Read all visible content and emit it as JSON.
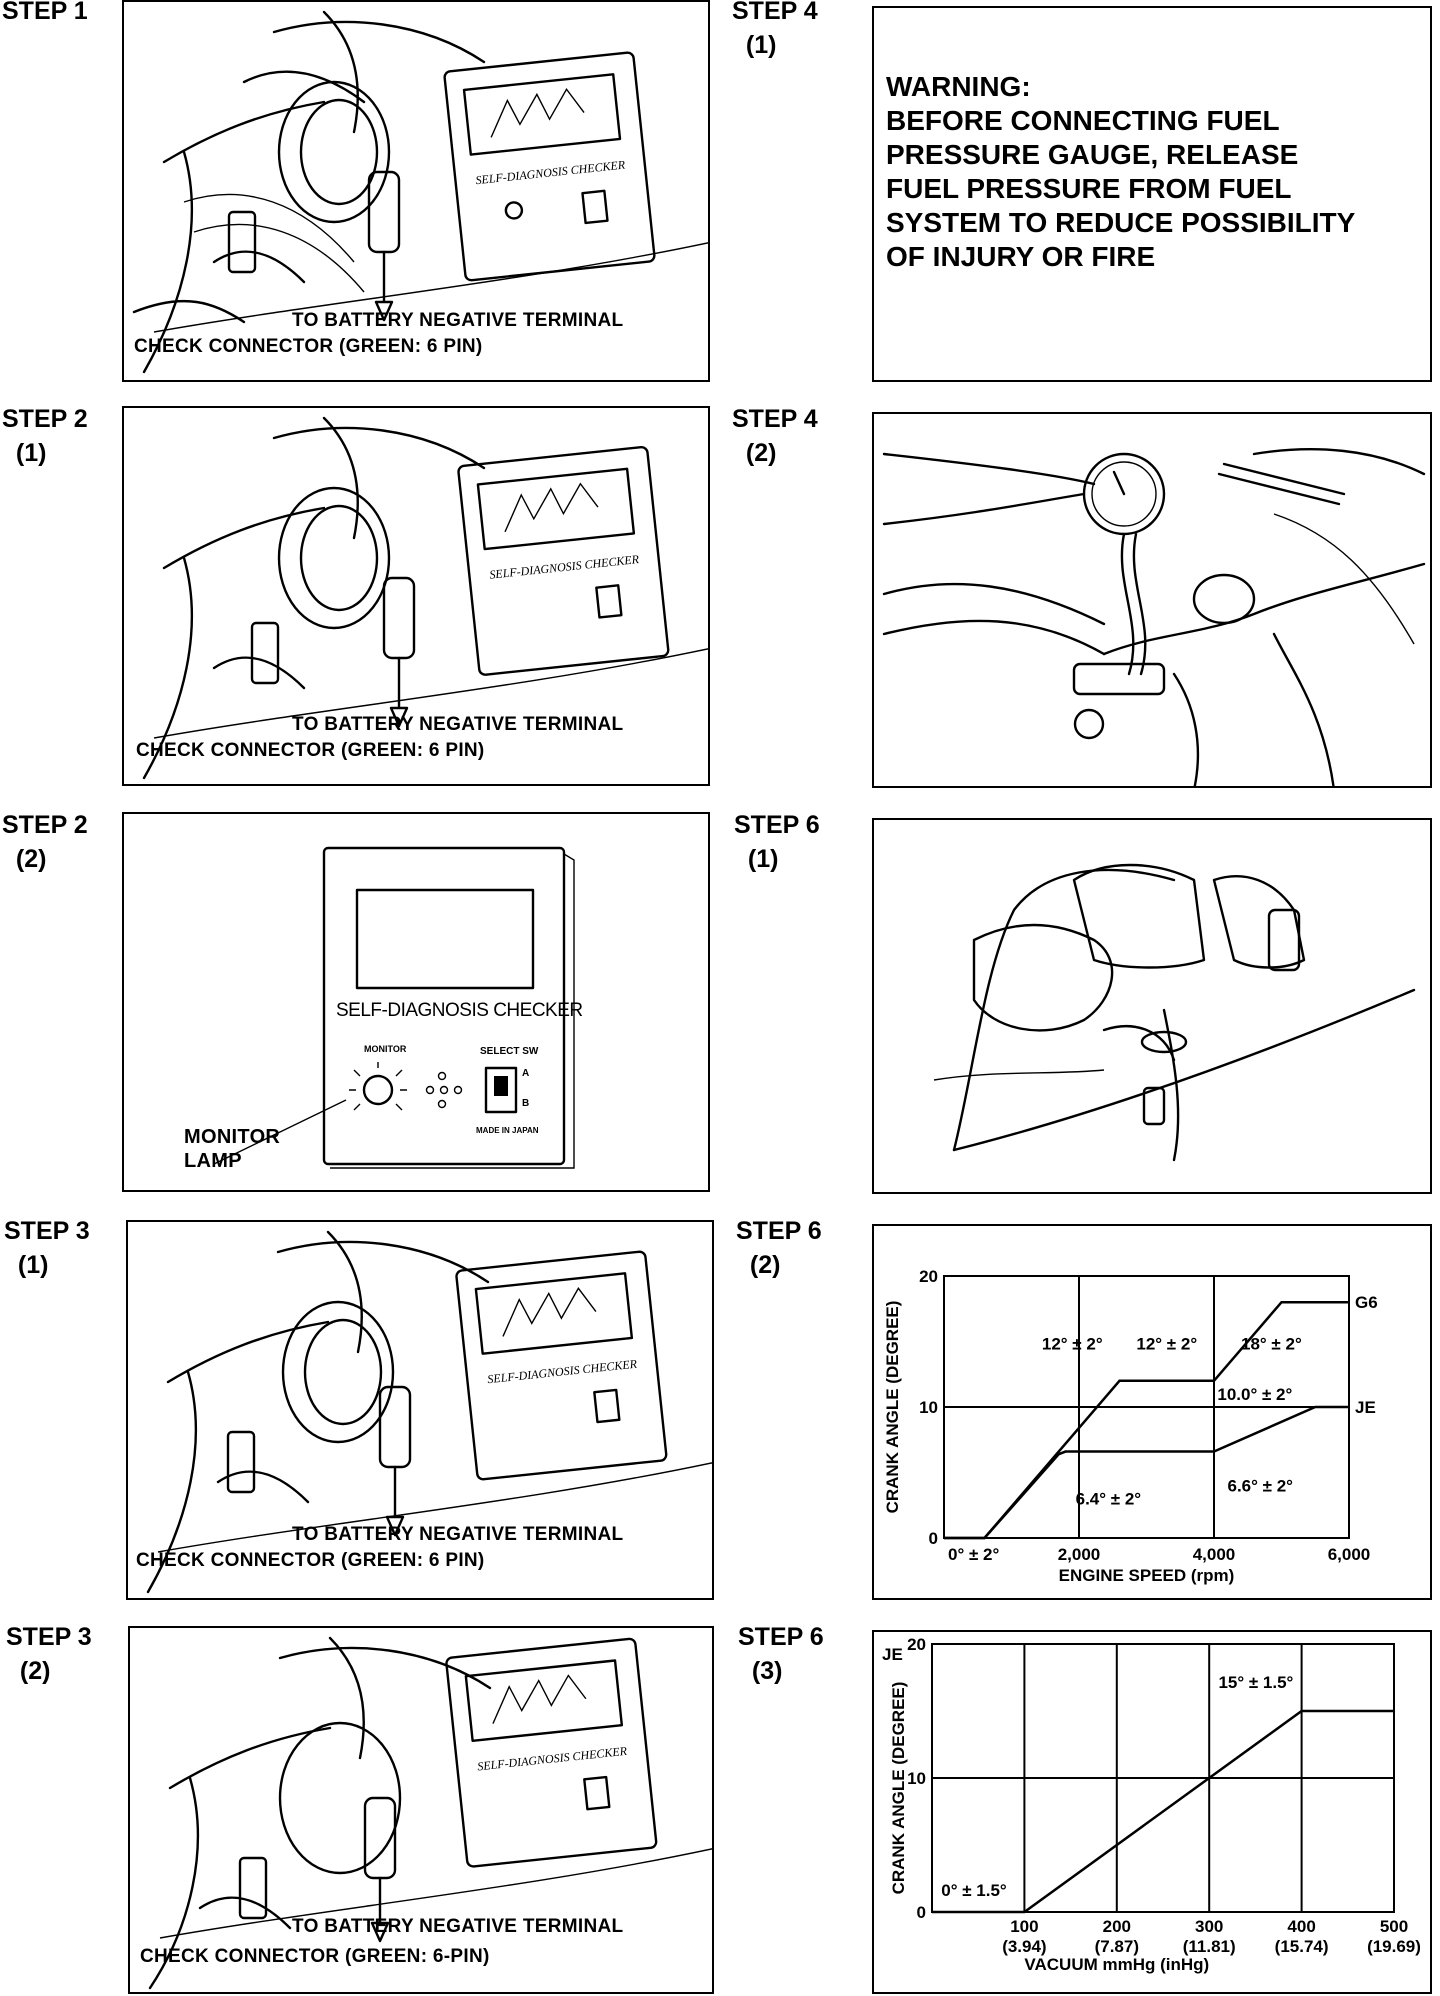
{
  "steps": {
    "s1": "STEP 1",
    "s2a": "STEP 2\n  (1)",
    "s2b": "STEP 2\n  (2)",
    "s3a": "STEP 3\n  (1)",
    "s3b": "STEP 3\n  (2)",
    "s4a": "STEP 4\n  (1)",
    "s4b": "STEP 4\n  (2)",
    "s6a": "STEP 6\n  (1)",
    "s6b": "STEP 6\n  (2)",
    "s6c": "STEP 6\n  (3)"
  },
  "captions": {
    "battery": "TO BATTERY NEGATIVE TERMINAL",
    "check_connector": "CHECK CONNECTOR (GREEN: 6 PIN)",
    "check_connector_alt": "CHECK CONNECTOR (GREEN: 6-PIN)",
    "monitor_lamp_1": "MONITOR",
    "monitor_lamp_2": "LAMP"
  },
  "checker": {
    "title": "SELF-DIAGNOSIS CHECKER",
    "monitor": "MONITOR",
    "select_sw": "SELECT SW",
    "a": "A",
    "b": "B",
    "made_in": "MADE IN JAPAN"
  },
  "warning": {
    "lines": [
      "WARNING:",
      "BEFORE CONNECTING FUEL",
      "PRESSURE GAUGE, RELEASE",
      "FUEL PRESSURE FROM FUEL",
      "SYSTEM TO REDUCE POSSIBILITY",
      "OF INJURY OR FIRE"
    ]
  },
  "chart_data": [
    {
      "type": "line",
      "xlabel": "ENGINE SPEED (rpm)",
      "ylabel": "CRANK ANGLE (DEGREE)",
      "xlim": [
        0,
        6000
      ],
      "ylim": [
        0,
        20
      ],
      "x_ticks": [
        "2,000",
        "4,000",
        "6,000"
      ],
      "y_ticks": [
        "0",
        "10",
        "20"
      ],
      "grid": true,
      "series": [
        {
          "name": "G6",
          "x": [
            0,
            600,
            2600,
            4000,
            5000,
            6000
          ],
          "y": [
            0,
            0,
            12,
            12,
            18,
            18
          ]
        },
        {
          "name": "JE",
          "x": [
            0,
            600,
            1700,
            1800,
            4000,
            5500,
            6000
          ],
          "y": [
            0,
            0,
            6.4,
            6.6,
            6.6,
            10,
            10
          ]
        }
      ],
      "annotations": [
        "0° ± 2°",
        "12° ± 2°",
        "12° ± 2°",
        "18° ± 2°",
        "10.0° ± 2°",
        "6.4° ± 2°",
        "6.6° ± 2°"
      ]
    },
    {
      "type": "line",
      "xlabel": "VACUUM mmHg (inHg)",
      "ylabel": "CRANK ANGLE (DEGREE)",
      "xlim": [
        0,
        500
      ],
      "ylim": [
        0,
        20
      ],
      "x_ticks": [
        "100",
        "200",
        "300",
        "400",
        "500"
      ],
      "x_ticks_sub": [
        "(3.94)",
        "(7.87)",
        "(11.81)",
        "(15.74)",
        "(19.69)"
      ],
      "y_ticks": [
        "0",
        "10",
        "20"
      ],
      "grid": true,
      "series": [
        {
          "name": "JE",
          "x": [
            0,
            100,
            400,
            500
          ],
          "y": [
            0,
            0,
            15,
            15
          ]
        }
      ],
      "annotations": [
        "0° ± 1.5°",
        "15° ± 1.5°"
      ]
    }
  ]
}
